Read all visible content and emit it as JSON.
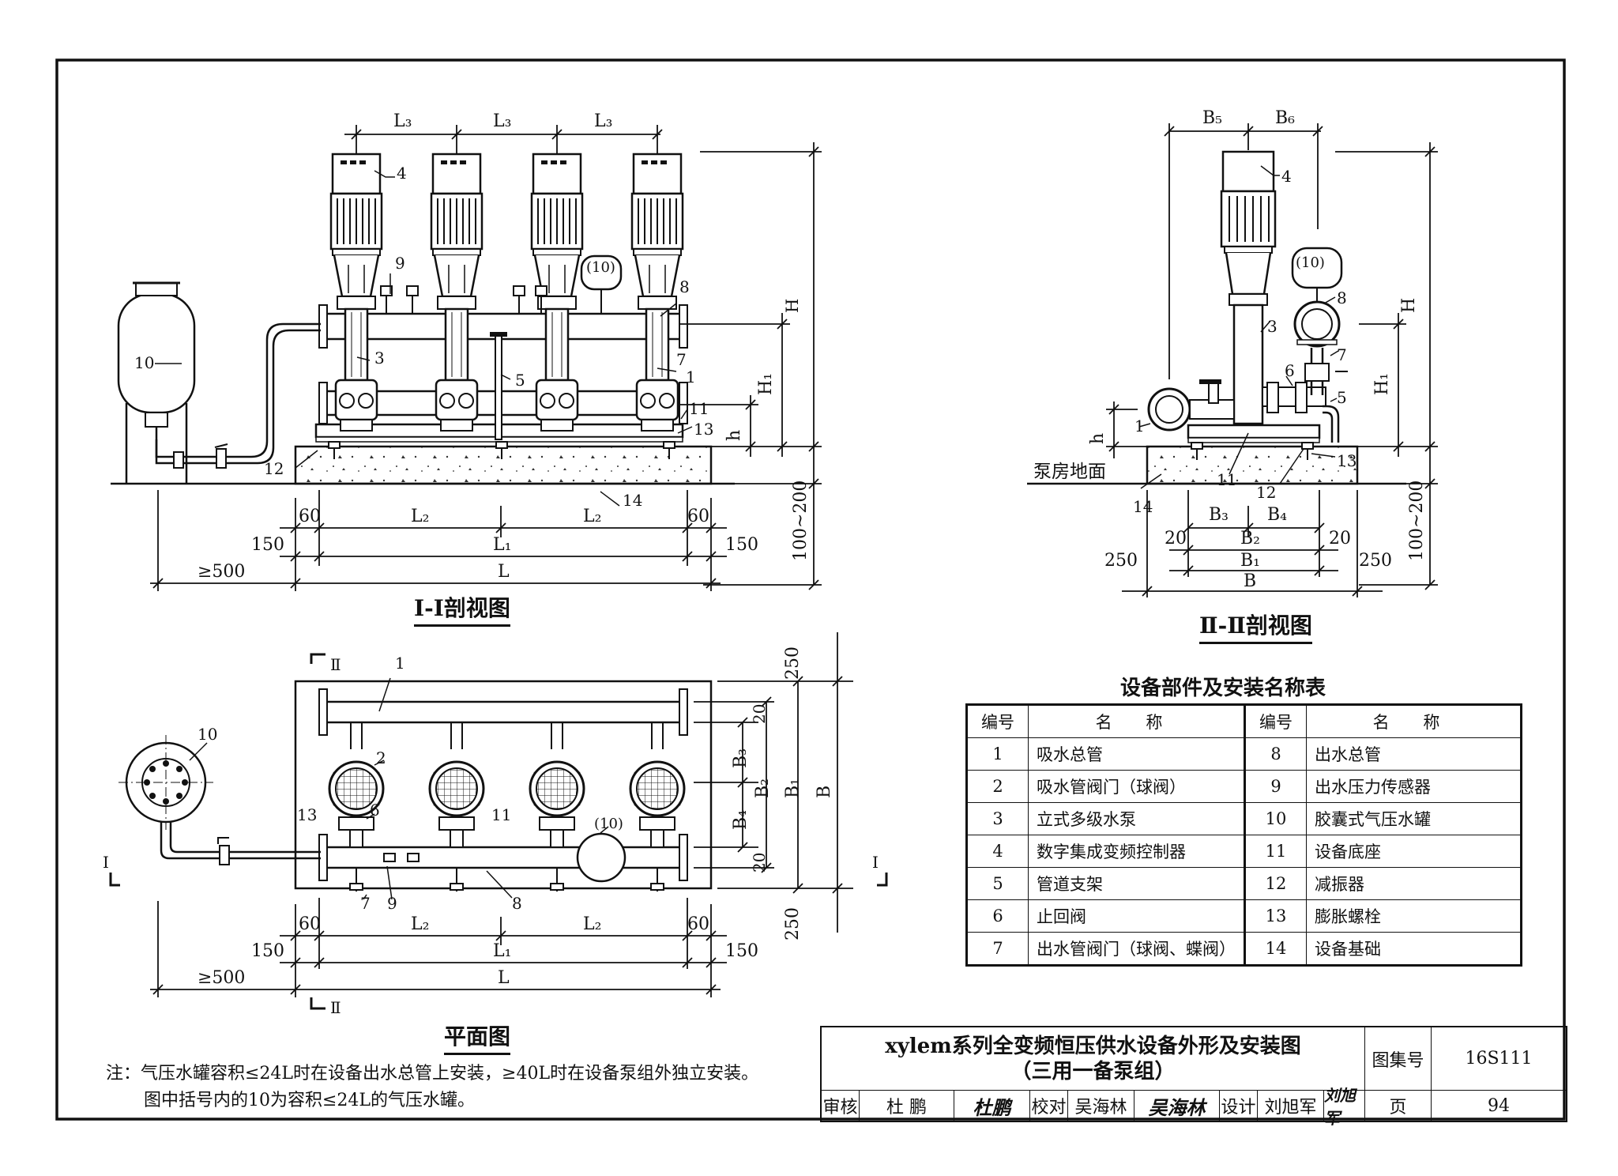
{
  "views": {
    "section1_title": "Ⅰ-Ⅰ剖视图",
    "section2_title": "Ⅱ-Ⅱ剖视图",
    "plan_title": "平面图",
    "floor_label": "泵房地面"
  },
  "dims": {
    "L3": "L₃",
    "L2": "L₂",
    "L1": "L₁",
    "L": "L",
    "H": "H",
    "H1": "H₁",
    "h": "h",
    "d60": "60",
    "d150": "150",
    "d500": "≥500",
    "d100_200": "100~200",
    "d250": "250",
    "d20": "20",
    "B": "B",
    "B1": "B₁",
    "B2": "B₂",
    "B3": "B₃",
    "B4": "B₄",
    "B5": "B₅",
    "B6": "B₆",
    "sec1": "Ⅰ",
    "sec2": "Ⅱ"
  },
  "callouts": [
    "1",
    "2",
    "3",
    "4",
    "5",
    "6",
    "7",
    "8",
    "9",
    "10",
    "11",
    "12",
    "13",
    "14",
    "(10)"
  ],
  "parts_table": {
    "title": "设备部件及安装名称表",
    "header_no": "编号",
    "header_name": "名 称",
    "rows": [
      {
        "no_l": "1",
        "name_l": "吸水总管",
        "no_r": "8",
        "name_r": "出水总管"
      },
      {
        "no_l": "2",
        "name_l": "吸水管阀门（球阀）",
        "no_r": "9",
        "name_r": "出水压力传感器"
      },
      {
        "no_l": "3",
        "name_l": "立式多级水泵",
        "no_r": "10",
        "name_r": "胶囊式气压水罐"
      },
      {
        "no_l": "4",
        "name_l": "数字集成变频控制器",
        "no_r": "11",
        "name_r": "设备底座"
      },
      {
        "no_l": "5",
        "name_l": "管道支架",
        "no_r": "12",
        "name_r": "减振器"
      },
      {
        "no_l": "6",
        "name_l": "止回阀",
        "no_r": "13",
        "name_r": "膨胀螺栓"
      },
      {
        "no_l": "7",
        "name_l": "出水管阀门（球阀、蝶阀）",
        "no_r": "14",
        "name_r": "设备基础"
      }
    ]
  },
  "notes": {
    "line1": "注：气压水罐容积≤24L时在设备出水总管上安装，≥40L时在设备泵组外独立安装。",
    "line2": "图中括号内的10为容积≤24L的气压水罐。"
  },
  "title_block": {
    "title_line1": "xylem系列全变频恒压供水设备外形及安装图",
    "title_line2": "（三用一备泵组）",
    "atlas_label": "图集号",
    "atlas_no": "16S111",
    "review_label": "审核",
    "reviewer": "杜 鹏",
    "check_label": "校对",
    "checker": "吴海林",
    "design_label": "设计",
    "designer": "刘旭军",
    "page_label": "页",
    "page_no": "94",
    "sig_reviewer": "杜鹏",
    "sig_checker": "吴海林",
    "sig_designer": "刘旭军"
  }
}
